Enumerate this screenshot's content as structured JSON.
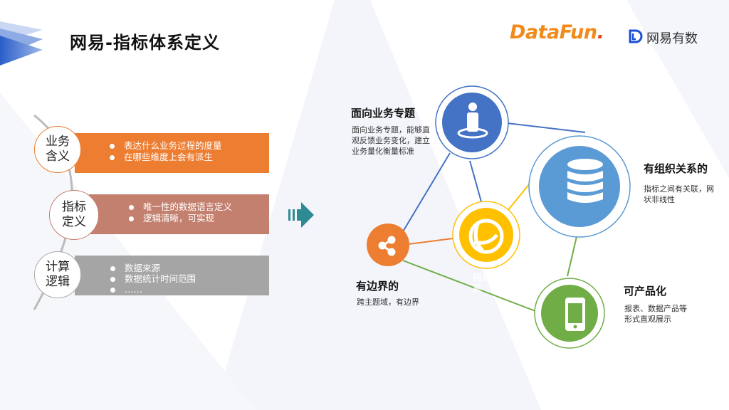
{
  "title": "网易-指标体系定义",
  "logos": {
    "datafun": "DataFun",
    "datafun_dot": ".",
    "netease": "网易有数"
  },
  "left_items": [
    {
      "label": "业务含义",
      "bullets": [
        "表达什么业务过程的度量",
        "在哪些维度上会有派生"
      ],
      "color": "#ed7d31"
    },
    {
      "label": "指标定义",
      "bullets": [
        "唯一性的数据语言定义",
        "逻辑清晰，可实现"
      ],
      "color": "#c4806f"
    },
    {
      "label": "计算逻辑",
      "bullets": [
        "数据来源",
        "数据统计时间范围",
        "……"
      ],
      "color": "#a5a5a5"
    }
  ],
  "nodes": {
    "topic": {
      "title": "面向业务专题",
      "desc": "面向业务专题，能够直观反馈业务变化，建立业务量化衡量标准",
      "color": "#4472c4",
      "icon": "person-icon"
    },
    "organized": {
      "title": "有组织关系的",
      "desc": "指标之间有关联，网状非线性",
      "color": "#5b9bd5",
      "icon": "database-icon"
    },
    "bounded": {
      "title": "有边界的",
      "desc": "跨主题域，有边界",
      "color": "#ed7d31",
      "icon": "share-icon"
    },
    "product": {
      "title": "可产品化",
      "desc": "报表、数据产品等形式直观展示",
      "color": "#70ad47",
      "icon": "mobile-icon"
    },
    "center": {
      "label": "指标体系",
      "color": "#ffc000",
      "icon": "globe-icon"
    }
  },
  "arrow_color": "#2e8b93"
}
